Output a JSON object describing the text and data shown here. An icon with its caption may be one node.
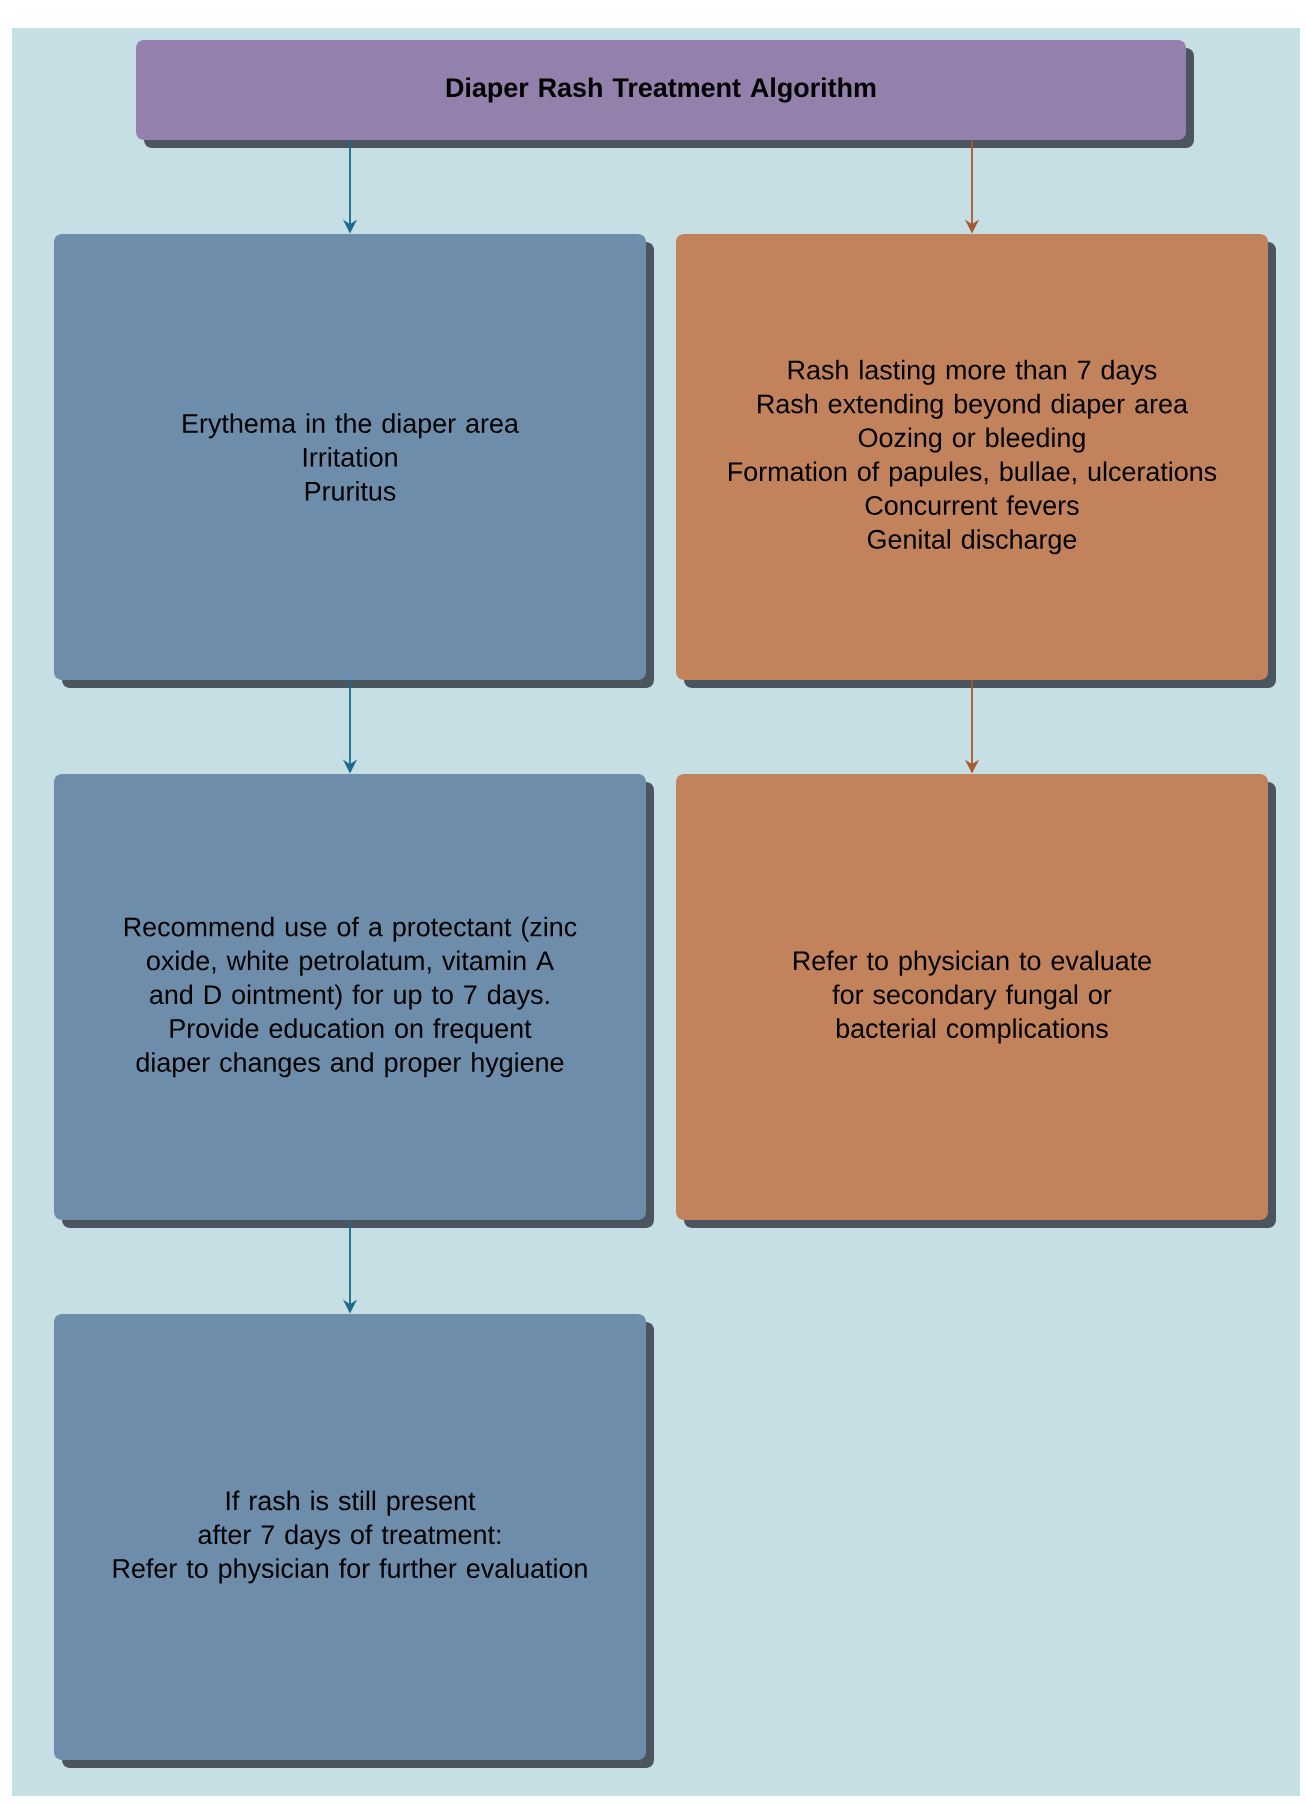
{
  "diagram": {
    "nodes": [
      {
        "text": [
          "Diaper Rash Treatment Algorithm"
        ]
      },
      {
        "text": [
          "Erythema in the diaper area",
          "Irritation",
          "Pruritus"
        ]
      },
      {
        "text": [
          "Rash lasting more than 7 days",
          "Rash extending beyond diaper area",
          "Oozing or bleeding",
          "Formation of papules, bullae, ulcerations",
          "Concurrent fevers",
          "Genital discharge"
        ]
      },
      {
        "text": [
          "Recommend use of a protectant (zinc oxide, white petrolatum, vitamin A and D ointment) for up to 7 days.",
          "Provide education on frequent diaper changes and proper hygiene"
        ]
      },
      {
        "text": [
          "Refer to physician to evaluate for secondary fungal or bacterial complications"
        ]
      },
      {
        "text": [
          "If rash is still present after 7 days of treatment:",
          "Refer to physician for further evaluation"
        ]
      }
    ],
    "edges": [
      {
        "from": 0,
        "to": 1,
        "arrow": "to"
      },
      {
        "from": 0,
        "to": 2,
        "arrow": "to",
        "color": "#a65a2e"
      },
      {
        "from": 1,
        "to": 3,
        "arrow": "to"
      },
      {
        "from": 2,
        "to": 4,
        "arrow": "to",
        "color": "#a65a2e"
      },
      {
        "from": 3,
        "to": 5,
        "arrow": "to"
      }
    ]
  }
}
